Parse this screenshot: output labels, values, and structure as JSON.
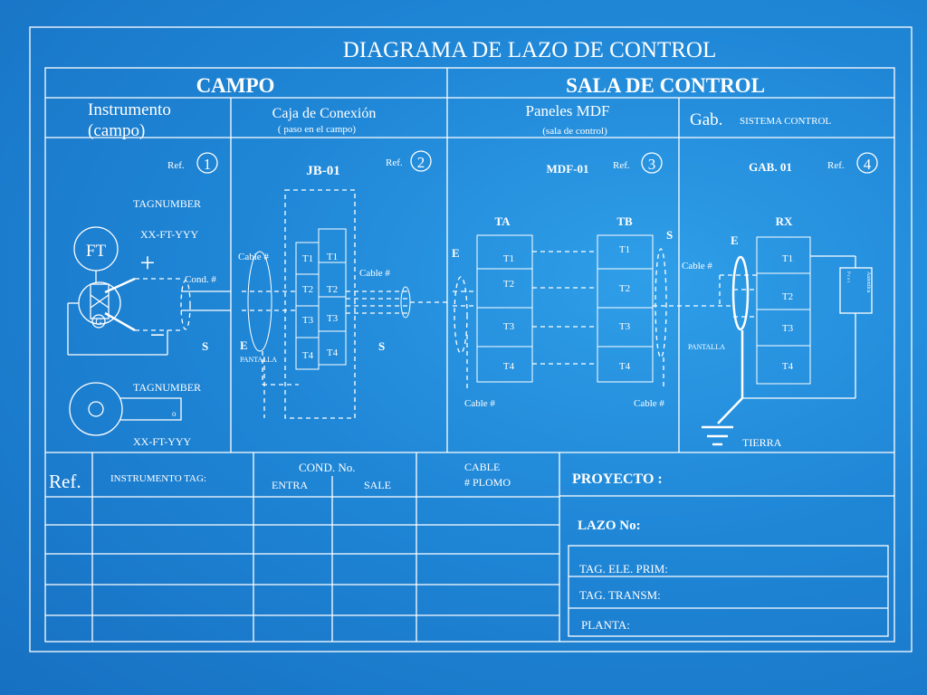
{
  "title": "DIAGRAMA  DE  LAZO DE CONTROL",
  "sections": {
    "campo": "CAMPO",
    "sala": "SALA  DE  CONTROL"
  },
  "columns": {
    "instrumento": {
      "line1": "Instrumento",
      "line2": "(campo)"
    },
    "caja": {
      "title": "Caja de Conexión",
      "subtitle": "( paso en el campo)"
    },
    "paneles": {
      "title": "Paneles MDF",
      "subtitle": "(sala de control)"
    },
    "gab": {
      "title": "Gab.",
      "subtitle": "SISTEMA  CONTROL"
    }
  },
  "refs": {
    "label": "Ref.",
    "n1": "1",
    "n2": "2",
    "n3": "3",
    "n4": "4"
  },
  "instrument": {
    "tagnumber_top": "TAGNUMBER",
    "tag_top": "XX-FT-YYY",
    "ft_label": "FT",
    "plus": "+",
    "minus": "−",
    "g_label": "G",
    "cond": "Cond. #",
    "s_label": "S",
    "tagnumber_bottom": "TAGNUMBER",
    "tag_bottom": "XX-FT-YYY",
    "key_mark": "o"
  },
  "jb": {
    "name": "JB-01",
    "cable_left": "Cable #",
    "cable_right": "Cable #",
    "e_label": "E",
    "s_label": "S",
    "pantalla": "PANTALLA",
    "left_terminals": [
      "T1",
      "T2",
      "T3",
      "T4"
    ],
    "right_terminals": [
      "T1",
      "T2",
      "T3",
      "T4"
    ]
  },
  "mdf": {
    "name": "MDF-01",
    "ta": "TA",
    "tb": "TB",
    "e_label": "E",
    "s_label": "S",
    "cable_left": "Cable #",
    "cable_right": "Cable #",
    "ta_terminals": [
      "T1",
      "T2",
      "T3",
      "T4"
    ],
    "tb_terminals": [
      "T1",
      "T2",
      "T3",
      "T4"
    ]
  },
  "gab": {
    "name": "GAB. 01",
    "rx": "RX",
    "e_label": "E",
    "cable": "Cable #",
    "pantalla": "PANTALLA",
    "terminals": [
      "T1",
      "T2",
      "T3",
      "T4"
    ],
    "device": "Autentica",
    "device_sub": "P r o t",
    "tierra": "TIERRA"
  },
  "bottom": {
    "ref": "Ref.",
    "instrumento_tag": "INSTRUMENTO  TAG:",
    "cond_no": "COND. No.",
    "entra": "ENTRA",
    "sale": "SALE",
    "cable": "CABLE",
    "plomo": "#  PLOMO",
    "proyecto": "PROYECTO :",
    "lazo": "LAZO No:",
    "tag_ele": "TAG.  ELE. PRIM:",
    "tag_transm": "TAG.  TRANSM:",
    "planta": "PLANTA:"
  },
  "colors": {
    "background": "#1f86d6",
    "line": "#ffffff"
  }
}
